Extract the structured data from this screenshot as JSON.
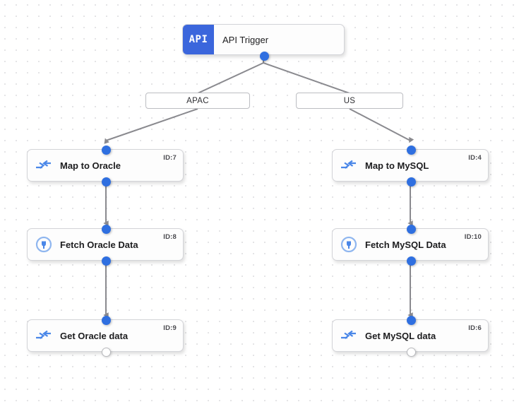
{
  "canvas": {
    "background": "#ffffff",
    "dot_color": "#e4e4e6",
    "accent": "#2f6fe0",
    "badge_color": "#3b66dc",
    "edge_color": "#8a8a8f"
  },
  "trigger": {
    "badge": "API",
    "title": "API Trigger",
    "icon": "api-badge-icon"
  },
  "branches": [
    {
      "label": "APAC",
      "side": "left"
    },
    {
      "label": "US",
      "side": "right"
    }
  ],
  "nodes": [
    {
      "id_tag": "ID:7",
      "label": "Map to Oracle",
      "icon": "map-transform-icon",
      "column": "left",
      "row": 1,
      "in_port": "filled",
      "out_port": "filled"
    },
    {
      "id_tag": "ID:8",
      "label": "Fetch Oracle Data",
      "icon": "connector-plug-icon",
      "column": "left",
      "row": 2,
      "in_port": "filled",
      "out_port": "filled"
    },
    {
      "id_tag": "ID:9",
      "label": "Get Oracle data",
      "icon": "map-transform-icon",
      "column": "left",
      "row": 3,
      "in_port": "filled",
      "out_port": "open"
    },
    {
      "id_tag": "ID:4",
      "label": "Map to MySQL",
      "icon": "map-transform-icon",
      "column": "right",
      "row": 1,
      "in_port": "filled",
      "out_port": "filled"
    },
    {
      "id_tag": "ID:10",
      "label": "Fetch MySQL Data",
      "icon": "connector-plug-icon",
      "column": "right",
      "row": 2,
      "in_port": "filled",
      "out_port": "filled"
    },
    {
      "id_tag": "ID:6",
      "label": "Get MySQL data",
      "icon": "map-transform-icon",
      "column": "right",
      "row": 3,
      "in_port": "filled",
      "out_port": "open"
    }
  ]
}
